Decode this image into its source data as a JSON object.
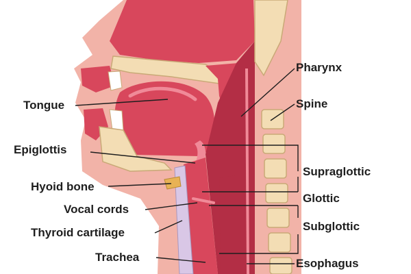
{
  "labels": {
    "tongue": "Tongue",
    "epiglottis": "Epiglottis",
    "hyoid_bone": "Hyoid bone",
    "vocal_cords": "Vocal cords",
    "thyroid_cartilage": "Thyroid cartilage",
    "trachea": "Trachea",
    "pharynx": "Pharynx",
    "spine": "Spine",
    "supraglottic": "Supraglottic",
    "glottic": "Glottic",
    "subglottic": "Subglottic",
    "esophagus": "Esophagus"
  },
  "colors": {
    "skin": "#f2b3a8",
    "tissue": "#d8475c",
    "tissue_dark": "#b32e45",
    "tissue_light": "#f08a98",
    "bone": "#f3ddb4",
    "bone_outline": "#c9a977",
    "cartilage": "#d9c7e6",
    "hyoid": "#e8b255",
    "leader": "#1e1e1e"
  }
}
